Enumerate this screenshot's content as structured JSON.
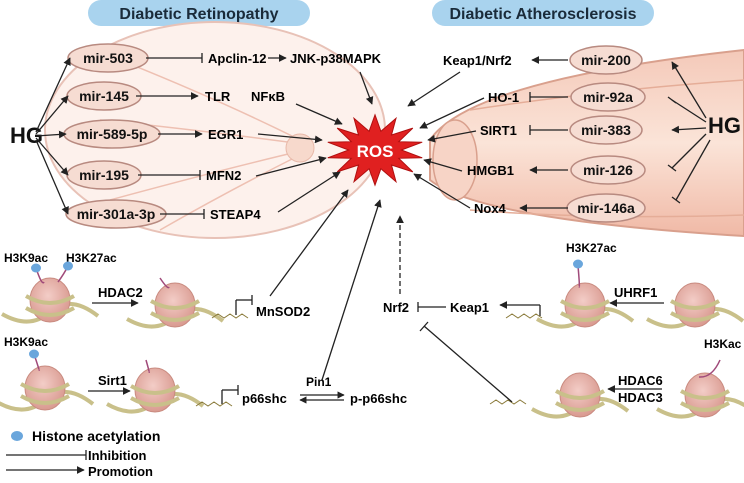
{
  "headers": {
    "left": "Diabetic Retinopathy",
    "right": "Diabetic Atherosclerosis"
  },
  "center": {
    "ros": "ROS"
  },
  "hg": {
    "left": "HG",
    "right": "HG"
  },
  "retinopathy": {
    "mirnas": [
      "mir-503",
      "mir-145",
      "mir-589-5p",
      "mir-195",
      "mir-301a-3p"
    ],
    "targets": [
      "Apclin-12",
      "TLR",
      "EGR1",
      "MFN2",
      "STEAP4"
    ],
    "downstream": {
      "jnk": "JNK-p38MAPK",
      "nfkb": "NFκB"
    }
  },
  "atherosclerosis": {
    "mirnas": [
      "mir-200",
      "mir-92a",
      "mir-383",
      "mir-126",
      "mir-146a"
    ],
    "targets": [
      "Keap1/Nrf2",
      "HO-1",
      "SIRT1",
      "HMGB1",
      "Nox4"
    ]
  },
  "epigenetics": {
    "h3k9ac_top": "H3K9ac",
    "h3k27ac_left": "H3K27ac",
    "hdac2": "HDAC2",
    "mnsod2": "MnSOD2",
    "h3k9ac_bottom": "H3K9ac",
    "sirt1": "Sirt1",
    "p66shc": "p66shc",
    "pin1": "Pin1",
    "p_p66shc": "p-p66shc",
    "nrf2": "Nrf2",
    "keap1": "Keap1",
    "h3k27ac_right": "H3K27ac",
    "uhrf1": "UHRF1",
    "h3kac": "H3Kac",
    "hdac6": "HDAC6",
    "hdac3": "HDAC3"
  },
  "legend": {
    "acetylation": "Histone acetylation",
    "inhibition": "Inhibition",
    "promotion": "Promotion"
  },
  "colors": {
    "header_bg": "#a9d3ee",
    "mirna_fill": "#f6dcd2",
    "mirna_stroke": "#b88a80",
    "ros_fill": "#e02020",
    "acetyl_dot": "#6aa6dc",
    "nucleosome": "#e6b1a9",
    "dna": "#c9c08a"
  }
}
